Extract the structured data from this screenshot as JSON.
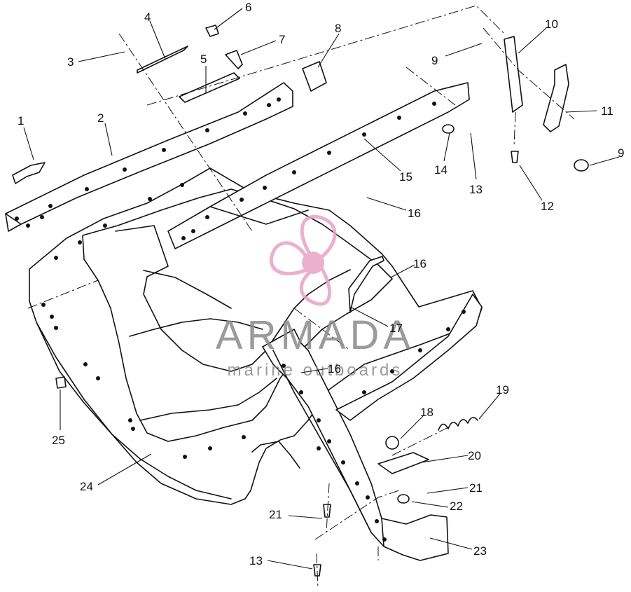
{
  "diagram": {
    "callouts": [
      {
        "id": "1",
        "label": "1"
      },
      {
        "id": "2",
        "label": "2"
      },
      {
        "id": "3",
        "label": "3"
      },
      {
        "id": "4",
        "label": "4"
      },
      {
        "id": "5",
        "label": "5"
      },
      {
        "id": "6",
        "label": "6"
      },
      {
        "id": "7",
        "label": "7"
      },
      {
        "id": "8",
        "label": "8"
      },
      {
        "id": "9a",
        "label": "9"
      },
      {
        "id": "10",
        "label": "10"
      },
      {
        "id": "11",
        "label": "11"
      },
      {
        "id": "9b",
        "label": "9"
      },
      {
        "id": "12",
        "label": "12"
      },
      {
        "id": "13a",
        "label": "13"
      },
      {
        "id": "14",
        "label": "14"
      },
      {
        "id": "15",
        "label": "15"
      },
      {
        "id": "16a",
        "label": "16"
      },
      {
        "id": "16b",
        "label": "16"
      },
      {
        "id": "17",
        "label": "17"
      },
      {
        "id": "16c",
        "label": "16"
      },
      {
        "id": "18",
        "label": "18"
      },
      {
        "id": "19",
        "label": "19"
      },
      {
        "id": "20",
        "label": "20"
      },
      {
        "id": "21a",
        "label": "21"
      },
      {
        "id": "22",
        "label": "22"
      },
      {
        "id": "21b",
        "label": "21"
      },
      {
        "id": "23",
        "label": "23"
      },
      {
        "id": "13b",
        "label": "13"
      },
      {
        "id": "24",
        "label": "24"
      },
      {
        "id": "25",
        "label": "25"
      }
    ]
  },
  "watermark": {
    "brand": "ARMADA",
    "tagline": "marine outboards",
    "color": "#e8a3c4",
    "text_color": "#8a8a8a"
  }
}
